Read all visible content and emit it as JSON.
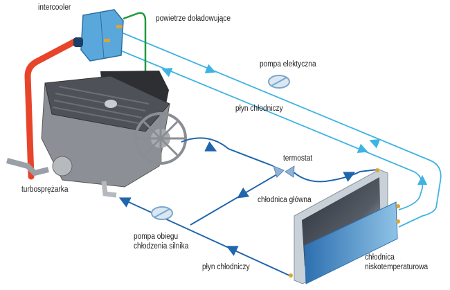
{
  "labels": {
    "intercooler": "intercooler",
    "charge_air": "powietrze doładowujące",
    "electric_pump": "pompa elektyczna",
    "coolant_top": "płyn chłodniczy",
    "thermostat": "termostat",
    "turbocharger": "turbosprężarka",
    "main_radiator": "chłodnica główna",
    "engine_pump_line1": "pompa obiegu",
    "engine_pump_line2": "chłodzenia silnika",
    "coolant_bottom": "płyn chłodniczy",
    "lt_radiator_line1": "chłodnica",
    "lt_radiator_line2": "niskotemperaturowa"
  },
  "colors": {
    "low_temp_circuit": "#3fb3e3",
    "main_circuit": "#1f66ad",
    "charge_air": "#1f9a3c",
    "hot_air": "#e8442a"
  }
}
